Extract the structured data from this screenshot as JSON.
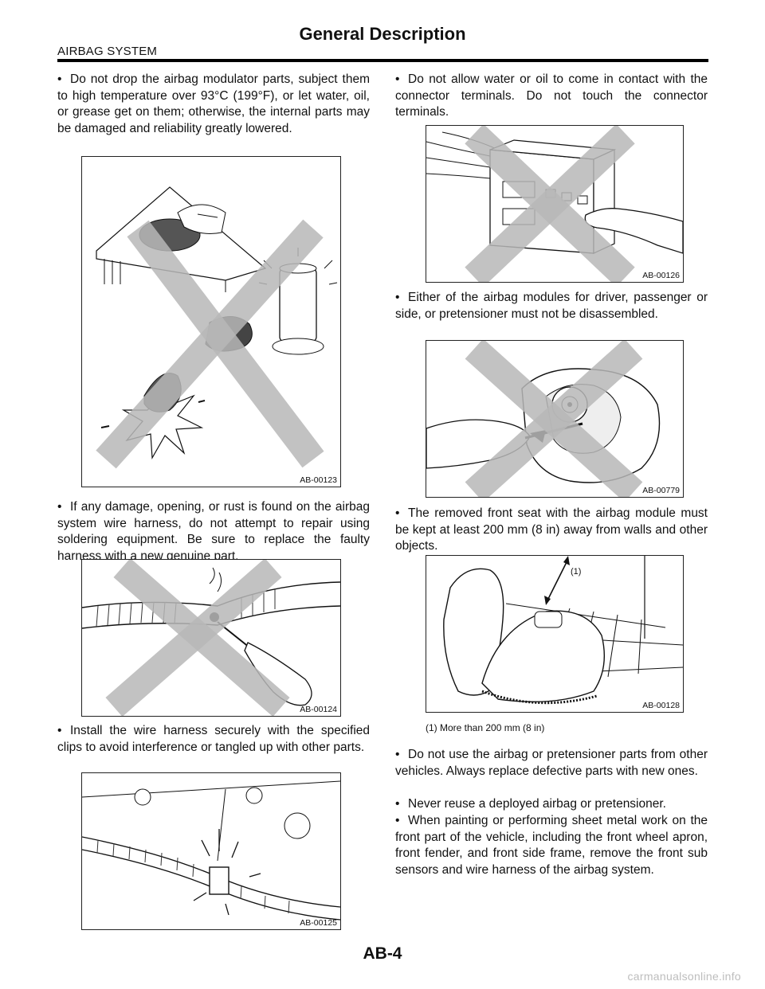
{
  "header": {
    "section": "AIRBAG SYSTEM",
    "title": "General Description"
  },
  "left_column": {
    "para1": "Do not drop the airbag modulator parts, subject them to high temperature over 93°C (199°F), or let water, oil, or grease get on them; otherwise, the internal parts may be damaged and reliability greatly lowered.",
    "fig1_id": "AB-00123",
    "para2": "If any damage, opening, or rust is found on the airbag system wire harness, do not attempt to repair using soldering equipment. Be sure to replace the faulty harness with a new genuine part.",
    "fig2_id": "AB-00124",
    "para3": "Install the wire harness securely with the specified clips to avoid interference or tangled up with other parts.",
    "fig3_id": "AB-00125"
  },
  "right_column": {
    "para1": "Do not allow water or oil to come in contact with the connector terminals. Do not touch the connector terminals.",
    "fig1_id": "AB-00126",
    "para2": "Either of the airbag modules for driver, passenger or side, or pretensioner must not be disassembled.",
    "fig2_id": "AB-00779",
    "para3": "The removed front seat with the airbag module must be kept at least 200 mm (8 in) away from walls and other objects.",
    "fig3_id": "AB-00128",
    "fig3_callout": "(1)",
    "fig3_caption": "(1)    More than 200 mm (8 in)",
    "para4": "Do not use the airbag or pretensioner parts from other vehicles. Always replace defective parts with new ones.",
    "para5": "Never reuse a deployed airbag or pretensioner.",
    "para6": "When painting or performing sheet metal work on the front part of the vehicle, including the front wheel apron, front fender, and front side frame, remove the front sub sensors and wire harness of the airbag system."
  },
  "bullet_char": "•",
  "footer": {
    "page_number": "AB-4",
    "watermark": "carmanualsonline.info"
  }
}
